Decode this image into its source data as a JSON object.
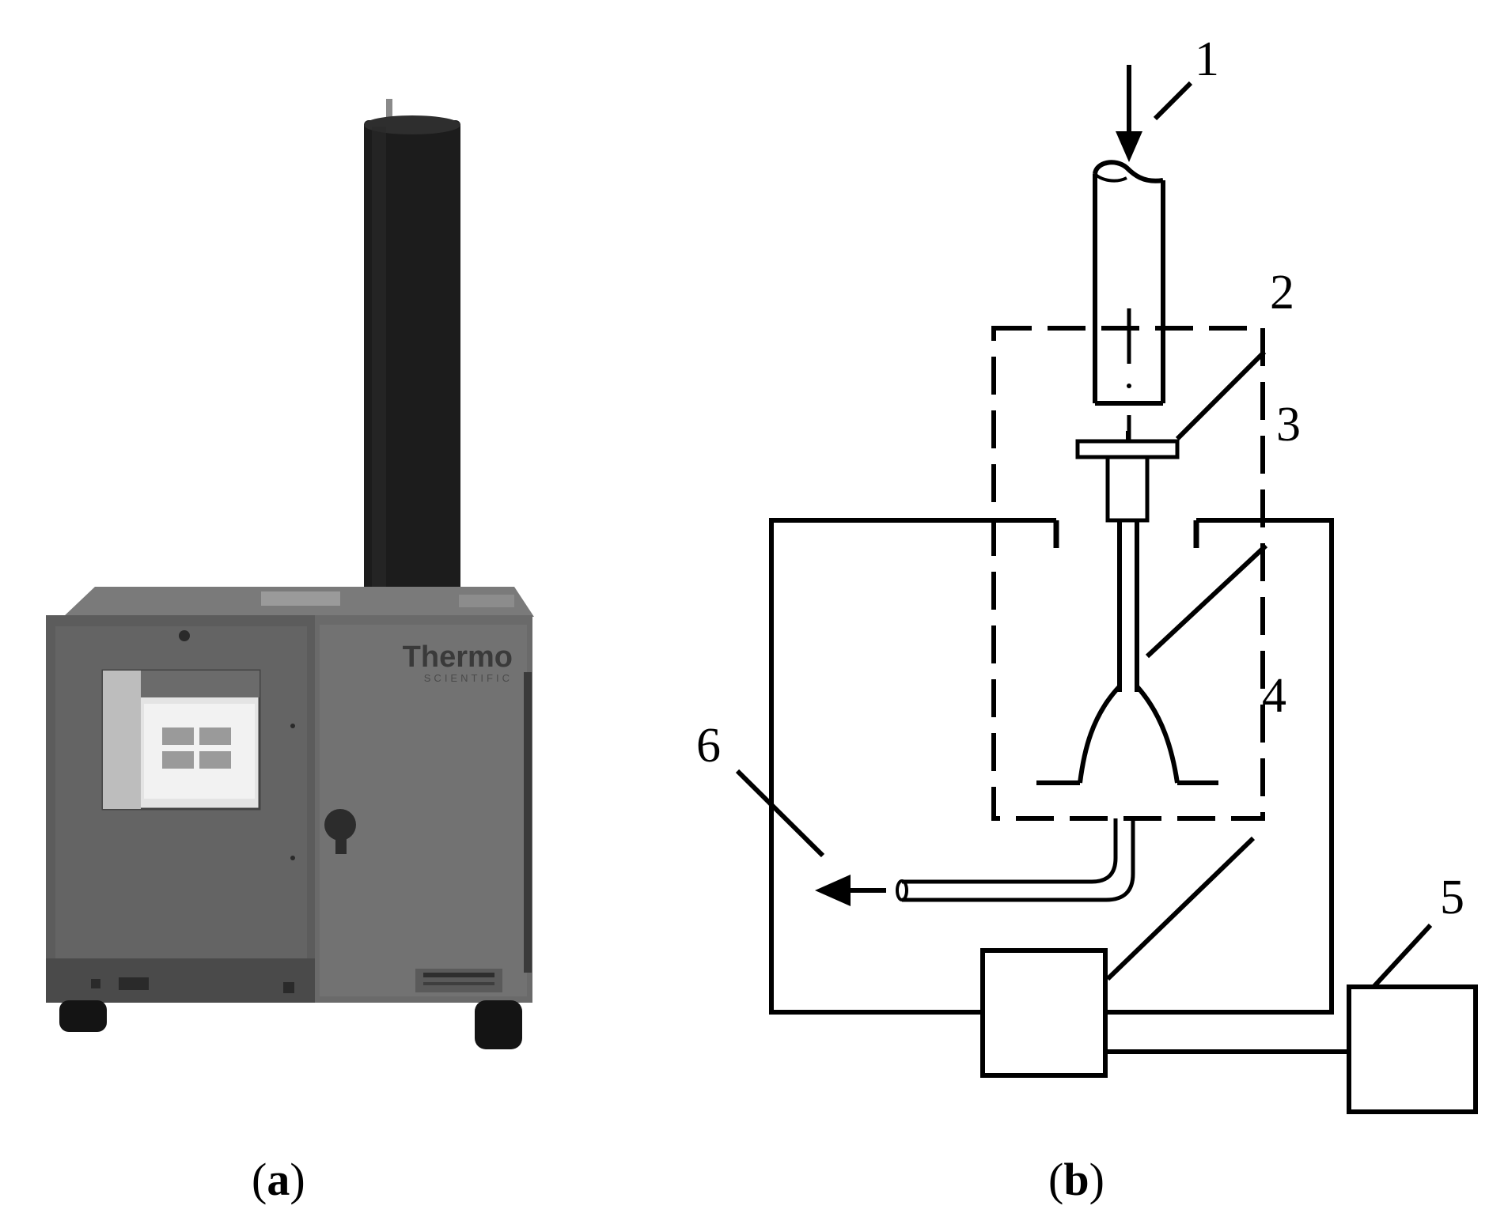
{
  "panels": {
    "a": {
      "label_open": "(",
      "label_letter": "a",
      "label_close": ")"
    },
    "b": {
      "label_open": "(",
      "label_letter": "b",
      "label_close": ")"
    }
  },
  "photo": {
    "brand_name": "Thermo",
    "brand_sub": "SCIENTIFIC"
  },
  "callouts": [
    "1",
    "2",
    "3",
    "4",
    "5",
    "6"
  ],
  "colors": {
    "stroke": "#000000",
    "device_body": "#5e5e5e",
    "device_door": "#6b6b6b",
    "chimney": "#1e1e1e",
    "screen": "#d8d8d8"
  }
}
